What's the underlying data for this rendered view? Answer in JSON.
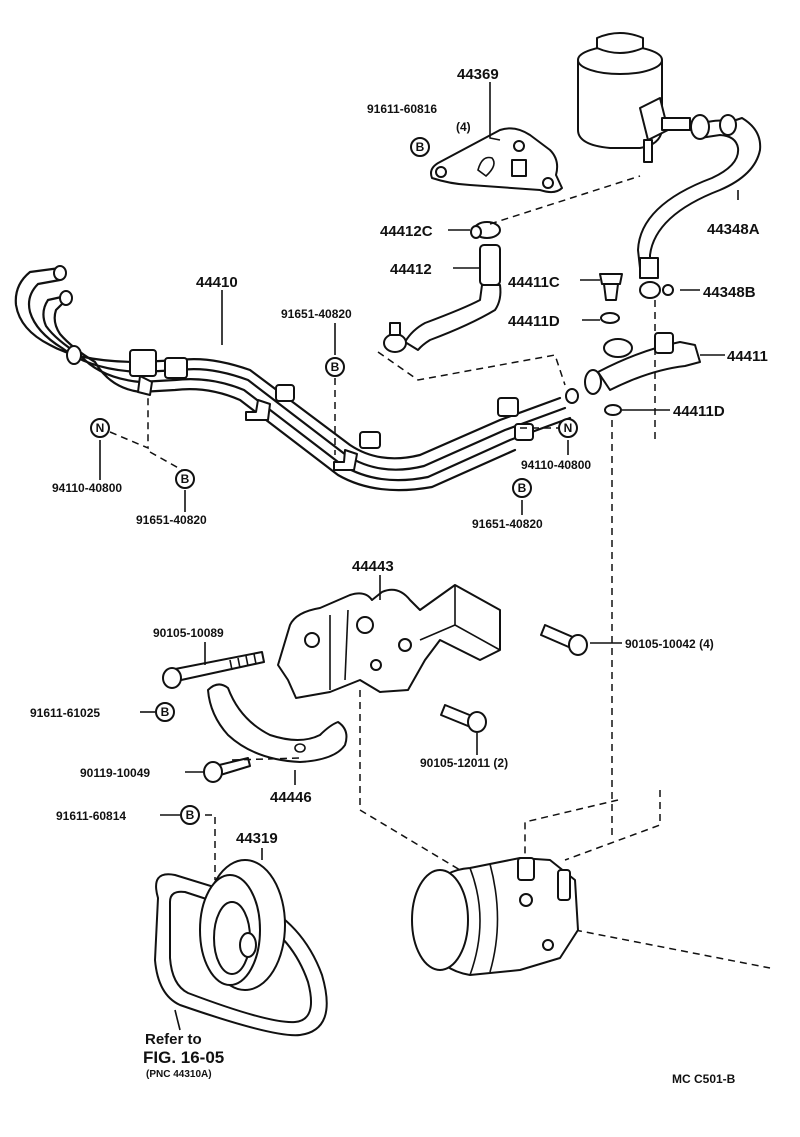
{
  "labels": {
    "p44369": "44369",
    "p91611_60816": "91611-60816",
    "qty4_top": "(4)",
    "p44412C": "44412C",
    "p44412": "44412",
    "p44410": "44410",
    "p91651_40820_top": "91651-40820",
    "p44411C": "44411C",
    "p44411D_top": "44411D",
    "p44348A": "44348A",
    "p44348B": "44348B",
    "p44411": "44411",
    "p44411D_bot": "44411D",
    "p94110_40800_left": "94110-40800",
    "p91651_40820_left": "91651-40820",
    "p94110_40800_right": "94110-40800",
    "p91651_40820_right": "91651-40820",
    "p44443": "44443",
    "p90105_10089": "90105-10089",
    "p90105_10042": "90105-10042 (4)",
    "p91611_61025": "91611-61025",
    "p90105_12011": "90105-12011 (2)",
    "p90119_10049": "90119-10049",
    "p44446": "44446",
    "p91611_60814": "91611-60814",
    "p44319": "44319",
    "refer_to": "Refer to",
    "fig": "FIG. 16-05",
    "pnc": "(PNC 44310A)",
    "code": "MC  C501-B"
  },
  "badges": {
    "b": "B",
    "n": "N"
  }
}
